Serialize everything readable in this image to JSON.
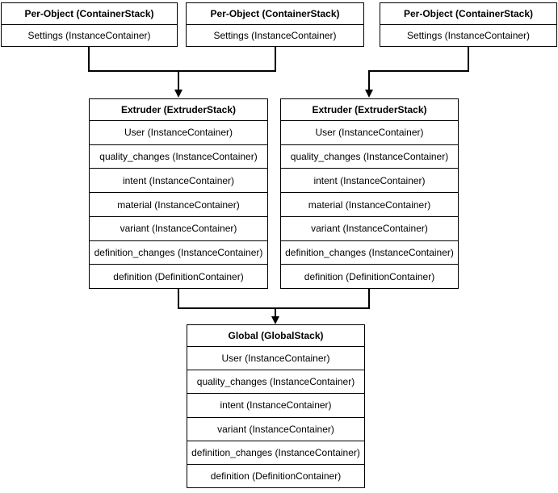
{
  "canvas": {
    "background_color": "#ffffff",
    "line_color": "#000000",
    "text_color": "#000000"
  },
  "boxes": {
    "per_object_1": {
      "title": "Per-Object (ContainerStack)",
      "rows": [
        "Settings (InstanceContainer)"
      ]
    },
    "per_object_2": {
      "title": "Per-Object (ContainerStack)",
      "rows": [
        "Settings (InstanceContainer)"
      ]
    },
    "per_object_3": {
      "title": "Per-Object (ContainerStack)",
      "rows": [
        "Settings (InstanceContainer)"
      ]
    },
    "extruder_1": {
      "title": "Extruder (ExtruderStack)",
      "rows": [
        "User (InstanceContainer)",
        "quality_changes (InstanceContainer)",
        "intent (InstanceContainer)",
        "material (InstanceContainer)",
        "variant (InstanceContainer)",
        "definition_changes (InstanceContainer)",
        "definition (DefinitionContainer)"
      ]
    },
    "extruder_2": {
      "title": "Extruder (ExtruderStack)",
      "rows": [
        "User (InstanceContainer)",
        "quality_changes (InstanceContainer)",
        "intent (InstanceContainer)",
        "material (InstanceContainer)",
        "variant (InstanceContainer)",
        "definition_changes (InstanceContainer)",
        "definition (DefinitionContainer)"
      ]
    },
    "global": {
      "title": "Global (GlobalStack)",
      "rows": [
        "User (InstanceContainer)",
        "quality_changes (InstanceContainer)",
        "intent (InstanceContainer)",
        "variant (InstanceContainer)",
        "definition_changes (InstanceContainer)",
        "definition (DefinitionContainer)"
      ]
    }
  }
}
